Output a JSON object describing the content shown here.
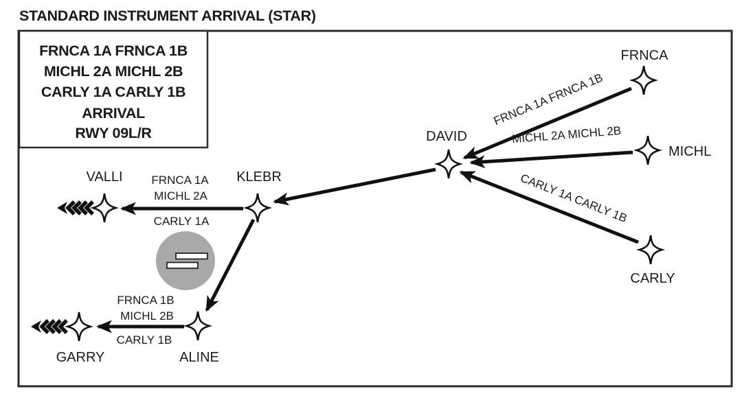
{
  "title": "STANDARD INSTRUMENT ARRIVAL (STAR)",
  "info_box": {
    "lines": [
      "FRNCA 1A FRNCA 1B",
      "MICHL 2A MICHL 2B",
      "CARLY 1A CARLY 1B",
      "ARRIVAL",
      "RWY 09L/R"
    ]
  },
  "waypoints": {
    "frnca": "FRNCA",
    "michl": "MICHL",
    "carly": "CARLY",
    "david": "DAVID",
    "klebr": "KLEBR",
    "valli": "VALLI",
    "aline": "ALINE",
    "garry": "GARRY"
  },
  "route_labels": {
    "frnca_arrivals": "FRNCA 1A FRNCA 1B",
    "michl_arrivals": "MICHL 2A MICHL 2B",
    "carly_arrivals": "CARLY 1A CARLY 1B",
    "valli_leg_line1": "FRNCA 1A",
    "valli_leg_line2": "MICHL 2A",
    "valli_leg_line3": "CARLY 1A",
    "garry_leg_line1": "FRNCA 1B",
    "garry_leg_line2": "MICHL 2B",
    "garry_leg_line3": "CARLY 1B"
  },
  "icons": {
    "waypoint_star": "four-point-star-fix-icon",
    "airport": "airport-runway-icon",
    "feather_arrow": "enroute-continuation-arrow-icon",
    "route_arrow": "solid-arrowhead-icon"
  },
  "colors": {
    "ink": "#1a1a1a",
    "line": "#111111",
    "border": "#2b2b2b",
    "airport_gray": "#a9a9a9",
    "background": "#ffffff"
  }
}
